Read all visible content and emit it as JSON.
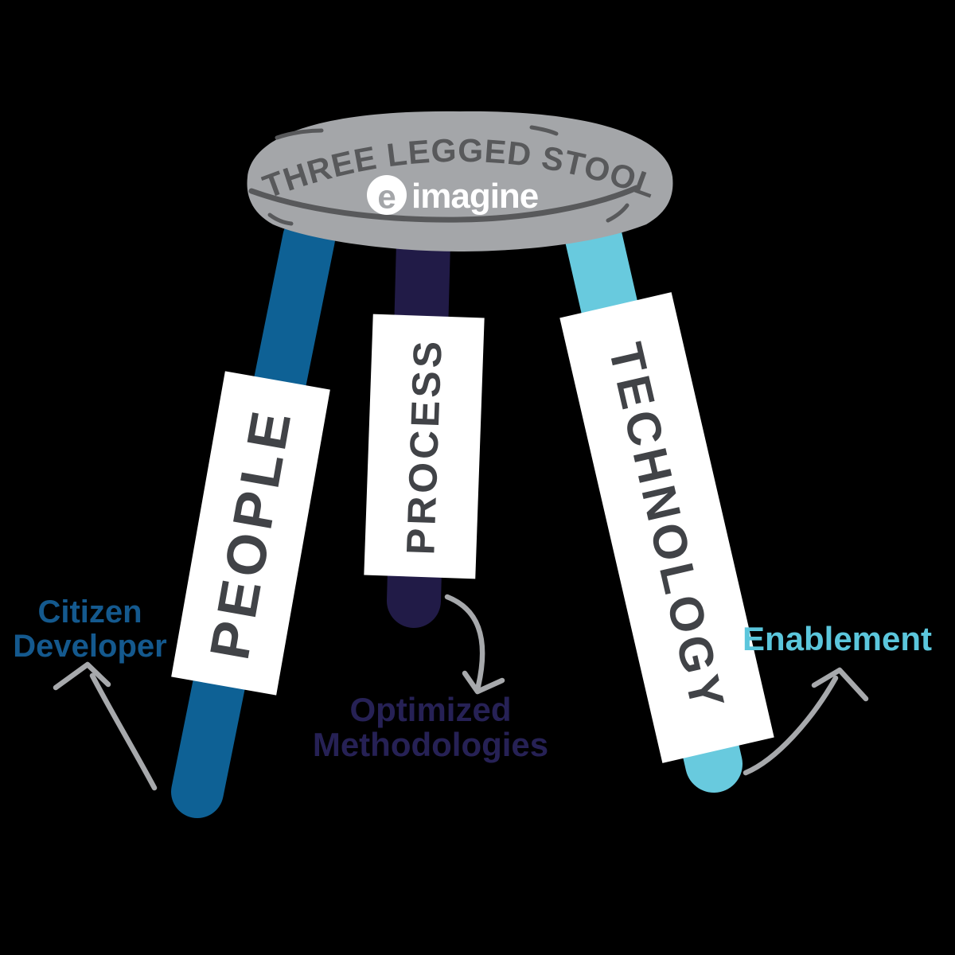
{
  "background_color": "#000000",
  "stool": {
    "seat": {
      "title": "THREE LEGGED STOOL",
      "title_color": "#58595b",
      "seat_color": "#a4a6a9",
      "seat_stroke_color": "#58595b",
      "logo": {
        "icon": "e",
        "text": "imagine",
        "color": "#ffffff"
      }
    },
    "legs": [
      {
        "name": "people",
        "label": "PEOPLE",
        "leg_color": "#0e6195",
        "label_bg": "#ffffff",
        "label_text_color": "#414347",
        "annotation": {
          "lines": [
            "Citizen",
            "Developer"
          ],
          "color": "#14598e"
        }
      },
      {
        "name": "process",
        "label": "PROCESS",
        "leg_color": "#211b47",
        "label_bg": "#ffffff",
        "label_text_color": "#414347",
        "annotation": {
          "lines": [
            "Optimized",
            "Methodologies"
          ],
          "color": "#262155"
        }
      },
      {
        "name": "technology",
        "label": "TECHNOLOGY",
        "leg_color": "#68cade",
        "label_bg": "#ffffff",
        "label_text_color": "#414347",
        "annotation": {
          "lines": [
            "Enablement"
          ],
          "color": "#5bc6dc"
        }
      }
    ],
    "arrow_color": "#a7a9ac"
  }
}
